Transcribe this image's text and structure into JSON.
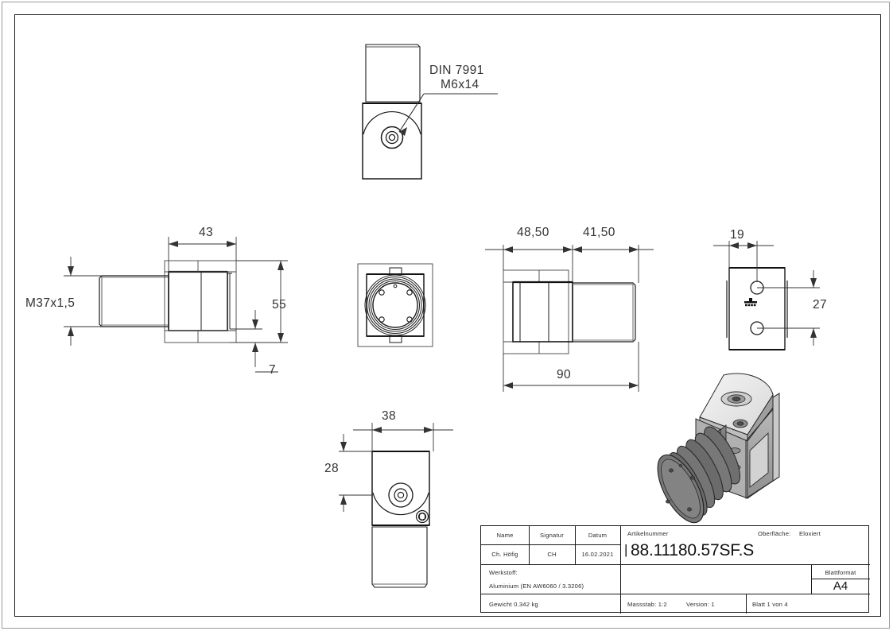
{
  "sheet": {
    "format": "A4",
    "background": "#ffffff",
    "line_color": "#1a1a1a",
    "dim_color": "#333333"
  },
  "drawing": {
    "title": "Technical drawing - glass clamp adapter",
    "notes": [
      {
        "id": "screw-note",
        "line1": "DIN 7991",
        "line2": "M6x14"
      }
    ],
    "dimensions": {
      "thread_label": "M37x1,5",
      "left_width": "43",
      "left_height": "55",
      "left_offset": "7",
      "front_left_len": "48,50",
      "front_right_len": "41,50",
      "total_length": "90",
      "side_width": "19",
      "side_hole_spacing": "27",
      "bottom_width": "38",
      "bottom_offset": "28"
    }
  },
  "title_block": {
    "headers": {
      "name": "Name",
      "signatur": "Signatur",
      "datum": "Datum"
    },
    "values": {
      "name": "Ch. Höfig",
      "signatur": "CH",
      "datum": "16.02.2021"
    },
    "artikelnummer_label": "Artikelnummer",
    "artikelnummer_tick": "|",
    "artikelnummer_value": "88.11180.57SF.S",
    "oberflaeche_label": "Oberfläche:",
    "oberflaeche_value": "Eloxiert",
    "werkstoff_label": "Werkstoff:",
    "werkstoff_value": "Aluminium (EN AW6060 / 3.3206)",
    "blattformat_label": "Blattformat",
    "blattformat_value": "A4",
    "gewicht": "Gewicht 0.342 kg",
    "massstab": "Massstab: 1:2",
    "version": "Version: 1",
    "blatt": "Blatt 1 von 4"
  }
}
